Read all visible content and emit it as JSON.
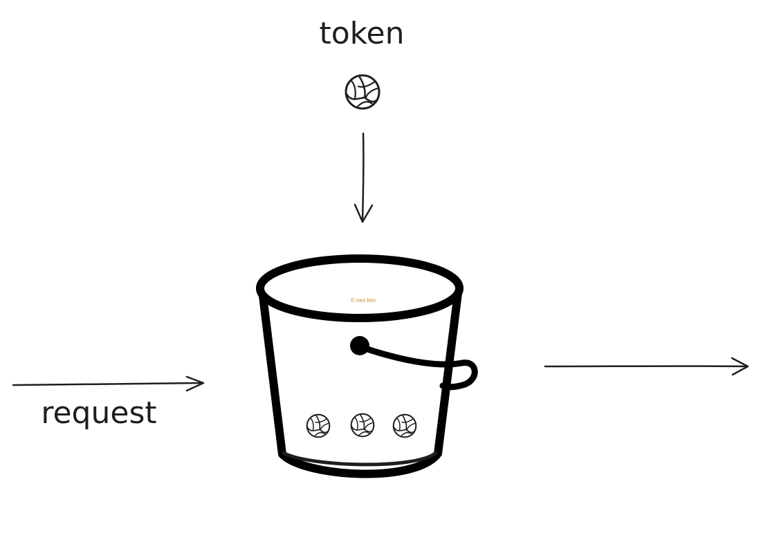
{
  "labels": {
    "token": "token",
    "request": "request",
    "watermark": "© neo kim"
  },
  "icons": {
    "token_ball": "volleyball-icon",
    "bucket": "bucket-icon",
    "incoming_arrow": "arrow-right-icon",
    "outgoing_arrow": "arrow-right-icon",
    "token_arrow": "arrow-down-icon"
  },
  "bucket": {
    "token_count": 3
  },
  "colors": {
    "ink": "#1e1e1e",
    "watermark": "#c98a2e",
    "background": "#ffffff"
  }
}
